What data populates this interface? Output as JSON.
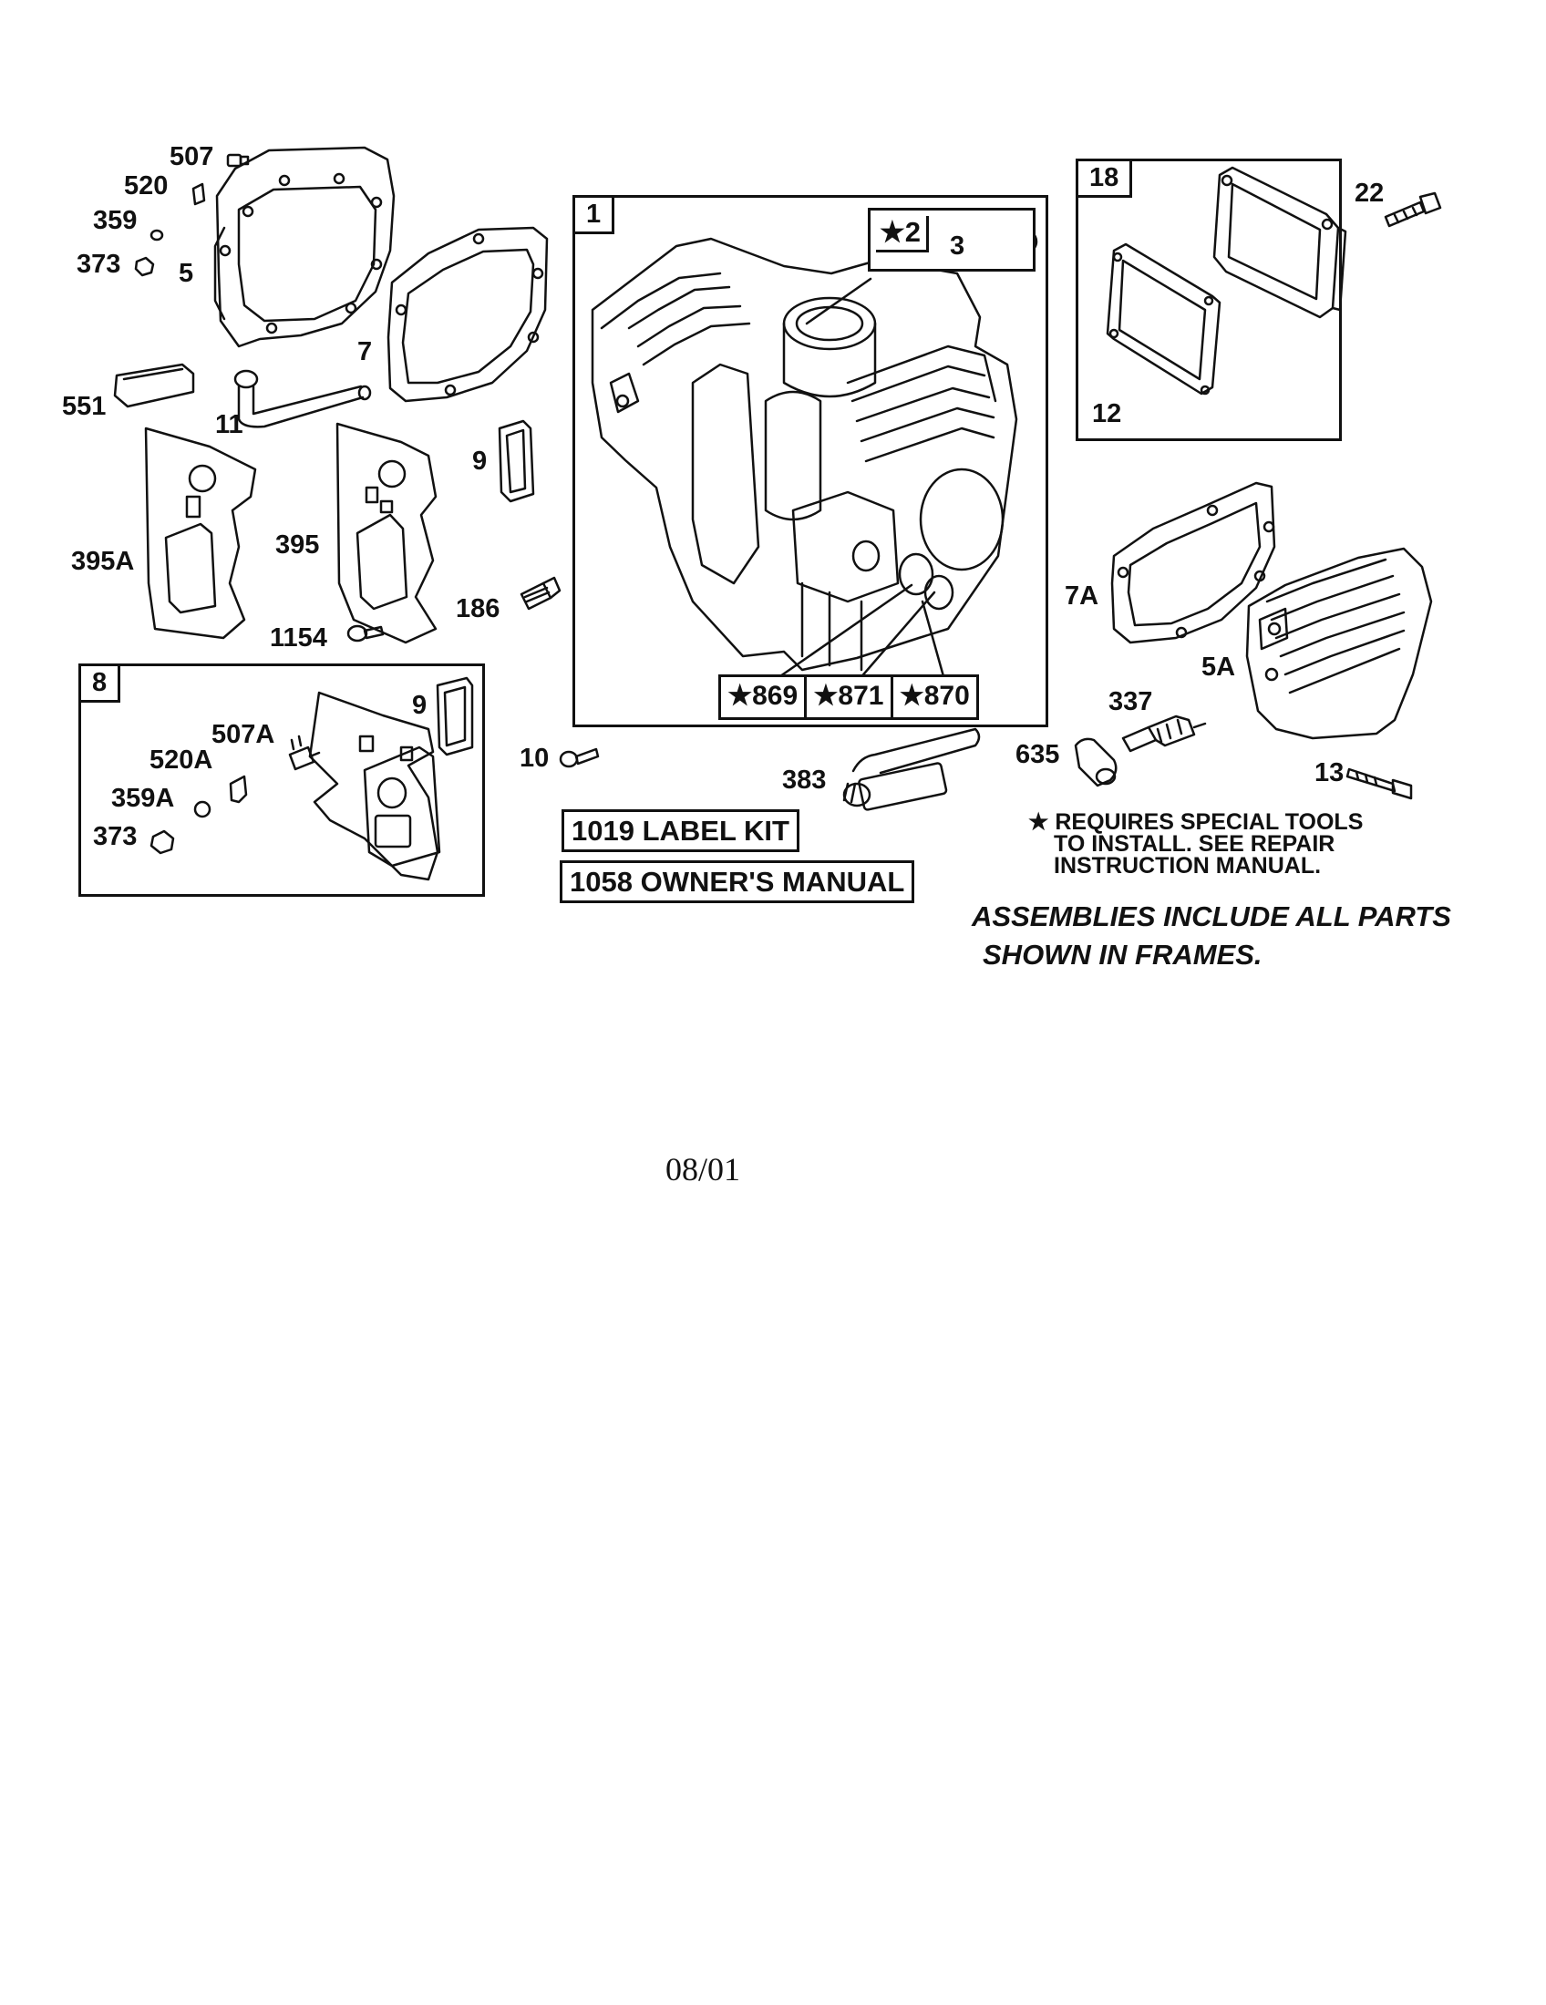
{
  "labels": {
    "p507": "507",
    "p520": "520",
    "p359": "359",
    "p373": "373",
    "p5": "5",
    "p551": "551",
    "p11": "11",
    "p7": "7",
    "p9a": "9",
    "p395A": "395A",
    "p395": "395",
    "p1154": "1154",
    "p186": "186",
    "p10": "10",
    "p383": "383",
    "p635": "635",
    "p337": "337",
    "p13": "13",
    "p5A": "5A",
    "p7A": "7A",
    "p22": "22",
    "p12": "12",
    "p3": "3",
    "p9b": "9",
    "p507A": "507A",
    "p520A": "520A",
    "p359A": "359A",
    "p373b": "373"
  },
  "frames": {
    "f1_tag": "1",
    "f1_star2": "★2",
    "f1_869": "★869",
    "f1_871": "★871",
    "f1_870": "★870",
    "f18_tag": "18",
    "f8_tag": "8"
  },
  "kits": {
    "label_kit": "1019 LABEL KIT",
    "owners_manual": "1058 OWNER'S MANUAL"
  },
  "notes": {
    "special_tools_line1": "★ REQUIRES SPECIAL TOOLS",
    "special_tools_line2": "TO INSTALL.  SEE REPAIR",
    "special_tools_line3": "INSTRUCTION MANUAL.",
    "assemblies_line1": "ASSEMBLIES INCLUDE ALL PARTS",
    "assemblies_line2": "SHOWN IN FRAMES."
  },
  "footer": {
    "date": "08/01"
  }
}
